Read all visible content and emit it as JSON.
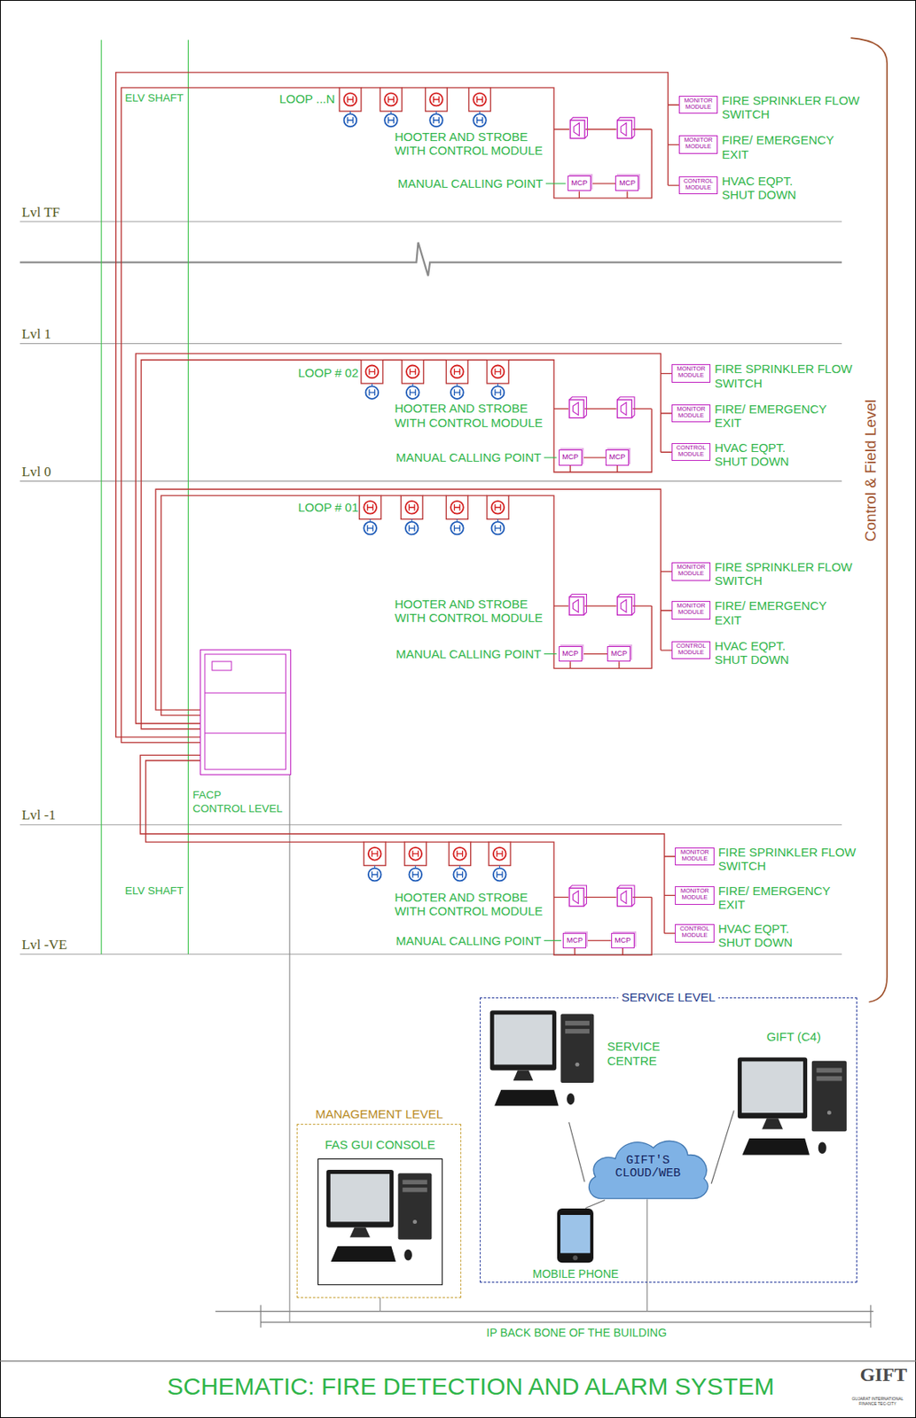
{
  "diagram": {
    "title": "SCHEMATIC: FIRE DETECTION AND ALARM SYSTEM",
    "nodes": [
      {
        "text": [
          "MCP"
        ]
      },
      {
        "text": [
          "MCP"
        ]
      },
      {
        "text": [
          "MONITOR MODULE",
          "FIRE SPRINKLER FLOW SWITCH"
        ]
      },
      {
        "text": [
          "MONITOR MODULE",
          "FIRE/ EMERGENCY EXIT"
        ]
      },
      {
        "text": [
          "CONTROL MODULE",
          "HVAC EQPT. SHUT DOWN"
        ]
      },
      {
        "text": [
          "MCP"
        ]
      },
      {
        "text": [
          "MCP"
        ]
      },
      {
        "text": [
          "MONITOR MODULE",
          "FIRE SPRINKLER FLOW SWITCH"
        ]
      },
      {
        "text": [
          "MONITOR MODULE",
          "FIRE/ EMERGENCY EXIT"
        ]
      },
      {
        "text": [
          "CONTROL MODULE",
          "HVAC EQPT. SHUT DOWN"
        ]
      },
      {
        "text": [
          "MCP"
        ]
      },
      {
        "text": [
          "MCP"
        ]
      },
      {
        "text": [
          "MONITOR MODULE",
          "FIRE SPRINKLER FLOW SWITCH"
        ]
      },
      {
        "text": [
          "MONITOR MODULE",
          "FIRE/ EMERGENCY EXIT"
        ]
      },
      {
        "text": [
          "CONTROL MODULE",
          "HVAC EQPT. SHUT DOWN"
        ]
      },
      {
        "text": [
          "FACP",
          "CONTROL LEVEL"
        ]
      },
      {
        "text": [
          "MCP"
        ]
      },
      {
        "text": [
          "MCP"
        ]
      },
      {
        "text": [
          "MONITOR MODULE",
          "FIRE SPRINKLER FLOW SWITCH"
        ]
      },
      {
        "text": [
          "MONITOR MODULE",
          "FIRE/ EMERGENCY EXIT"
        ]
      },
      {
        "text": [
          "CONTROL MODULE",
          "HVAC EQPT. SHUT DOWN"
        ]
      },
      {
        "text": [
          "SERVICE LEVEL"
        ]
      },
      {
        "text": [
          "SERVICE CENTRE"
        ],
        "in": 21
      },
      {
        "text": [
          "GIFT (C4)"
        ],
        "in": 21
      },
      {
        "text": [
          "GIFT'S CLOUD/WEB"
        ],
        "in": 21
      },
      {
        "text": [
          "MOBILE PHONE"
        ],
        "in": 21
      },
      {
        "text": [
          "MANAGEMENT LEVEL"
        ]
      },
      {
        "text": [
          "FAS GUI CONSOLE"
        ],
        "in": 26
      }
    ],
    "edges": [
      {
        "from": 0,
        "to": 1,
        "arrow": "none"
      },
      {
        "from": 5,
        "to": 6,
        "arrow": "none"
      },
      {
        "from": 10,
        "to": 11,
        "arrow": "none"
      },
      {
        "from": 16,
        "to": 17,
        "arrow": "none"
      },
      {
        "from": 22,
        "to": 24,
        "arrow": "none"
      },
      {
        "from": 25,
        "to": 24,
        "arrow": "none"
      },
      {
        "from": 24,
        "to": 23,
        "arrow": "none"
      }
    ],
    "labels": [
      "ELV SHAFT",
      "LOOP ...N",
      "HOOTER AND STROBE WITH CONTROL MODULE",
      "MANUAL CALLING POINT",
      "Lvl TF",
      "Lvl 1",
      "LOOP # 02",
      "HOOTER AND STROBE WITH CONTROL MODULE",
      "MANUAL CALLING POINT",
      "Control & Field Level",
      "Lvl 0",
      "LOOP # 01",
      "HOOTER AND STROBE WITH CONTROL MODULE",
      "MANUAL CALLING POINT",
      "Lvl -1",
      "HOOTER AND STROBE WITH CONTROL MODULE",
      "MANUAL CALLING POINT",
      "ELV SHAFT",
      "Lvl -VE",
      "IP BACK BONE OF THE BUILDING",
      "GIFT",
      "GUJARAT INTERNATIONAL FINANCE TEC-CITY"
    ]
  }
}
